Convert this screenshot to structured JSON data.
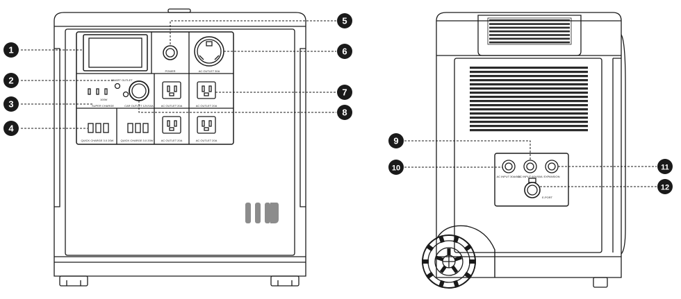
{
  "front": {
    "labels": {
      "power": "POWER",
      "ac_outlet_30a": "AC OUTLET 30A",
      "smart_outlet": "SMART OUTLET",
      "super_charge": "SUPER CHARGE",
      "charge_100w": "100W",
      "car_outlet": "CAR OUTLET 12V/10A",
      "ac_outlet_20a_top": "AC OUTLET 20A",
      "ac_outlet_20a_mid": "AC OUTLET 20A",
      "ac_outlet_20a_bot": "AC OUTLET 20A",
      "ac_outlet_20a_bot2": "AC OUTLET 20A",
      "quick_charge_1": "QUICK CHARGE 3.0 20W",
      "quick_charge_2": "QUICK CHARGE 3.0 20W"
    }
  },
  "rear": {
    "labels": {
      "ac_input": "AC INPUT 30A/60A",
      "dc_input": "DC INPUT 60V/60A",
      "expansion": "EXPANSION",
      "eport": "E-PORT"
    }
  },
  "callouts": [
    "1",
    "2",
    "3",
    "4",
    "5",
    "6",
    "7",
    "8",
    "9",
    "10",
    "11",
    "12"
  ],
  "colors": {
    "line": "#1a1a1a",
    "callout": "#1a1a1a",
    "vent": "#2a2a2a",
    "logo": "#8c8c8c"
  }
}
